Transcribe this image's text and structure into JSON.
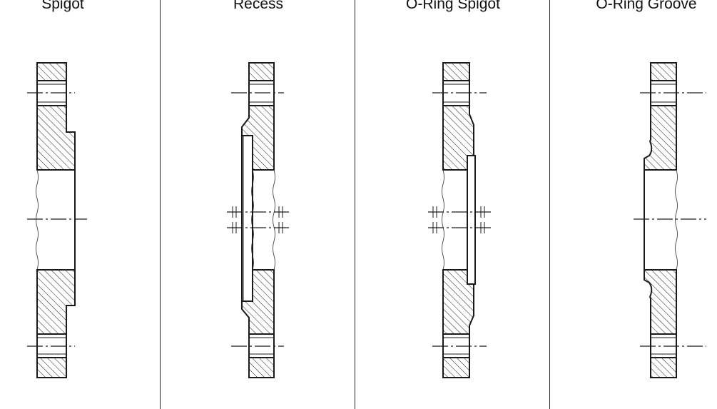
{
  "panels": [
    {
      "id": "spigot",
      "title": "Spigot"
    },
    {
      "id": "recess",
      "title": "Recess"
    },
    {
      "id": "oring-spigot",
      "title": "O-Ring Spigot"
    },
    {
      "id": "oring-groove",
      "title": "O-Ring Groove"
    }
  ]
}
